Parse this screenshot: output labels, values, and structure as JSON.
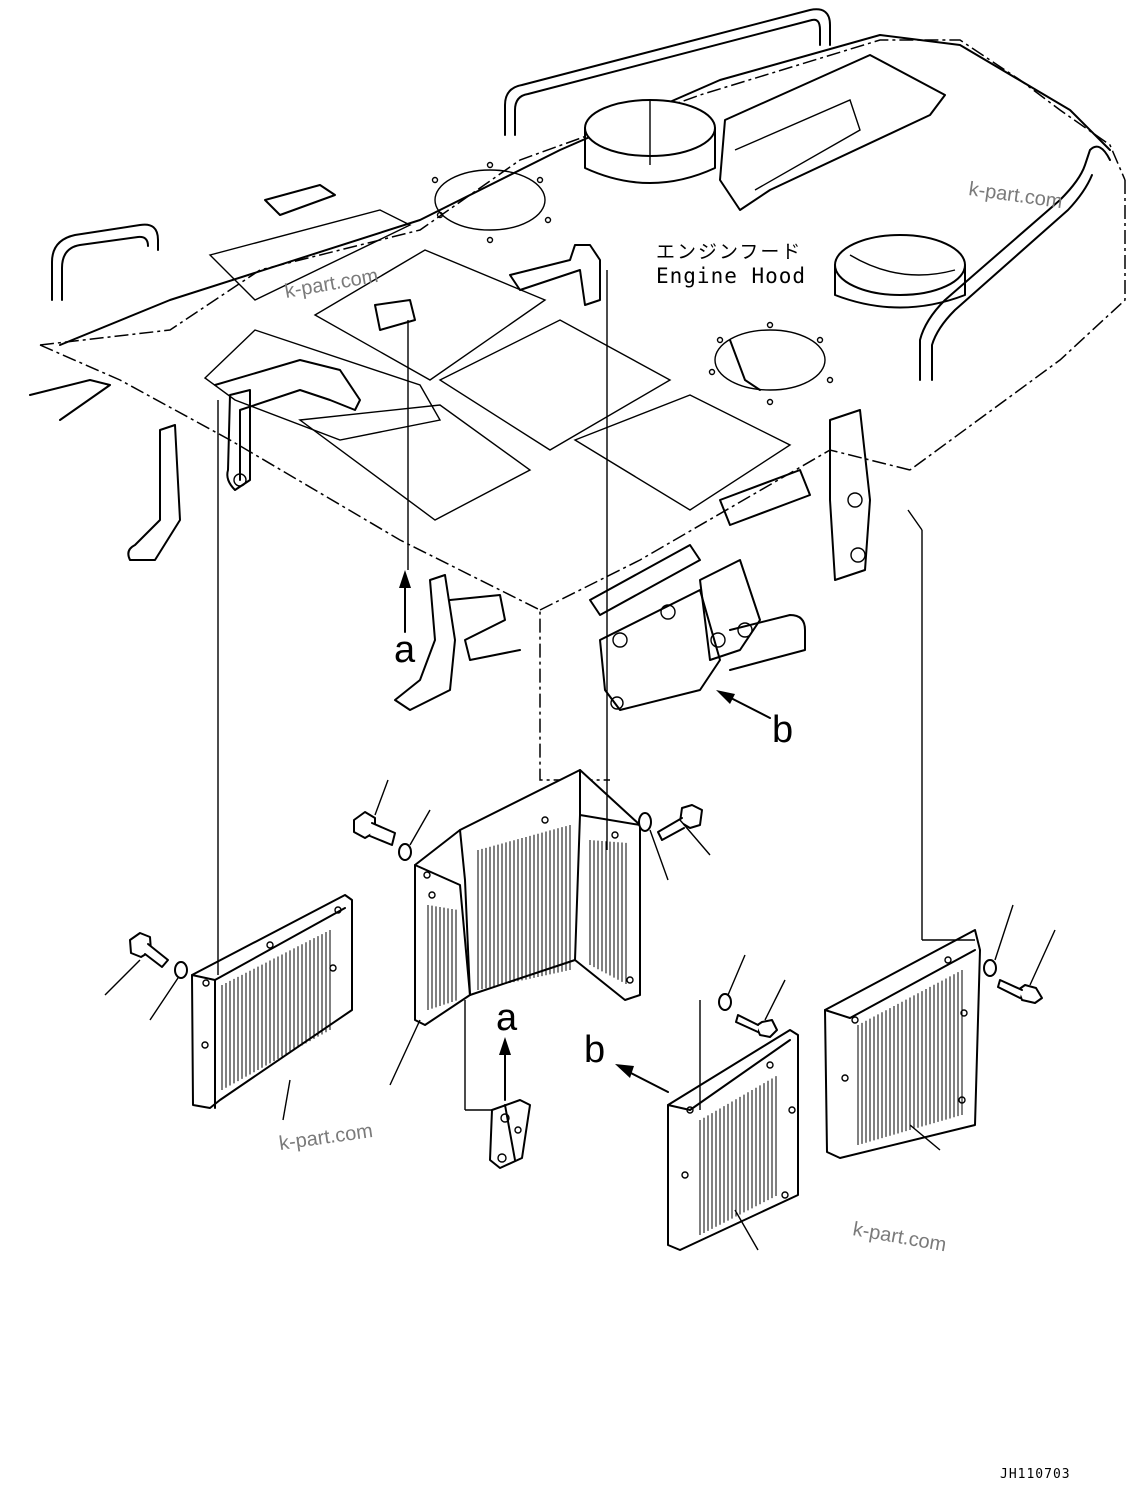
{
  "labels": {
    "part_name_ja": "エンジンフード",
    "part_name_en": "Engine Hood",
    "callout_a": "a",
    "callout_b": "b",
    "drawing_code": "JH110703"
  },
  "watermarks": [
    "k-part.com",
    "k-part.com",
    "k-part.com",
    "k-part.com"
  ],
  "colors": {
    "line": "#000000",
    "background": "#ffffff",
    "watermark": "#7a7a7a"
  }
}
